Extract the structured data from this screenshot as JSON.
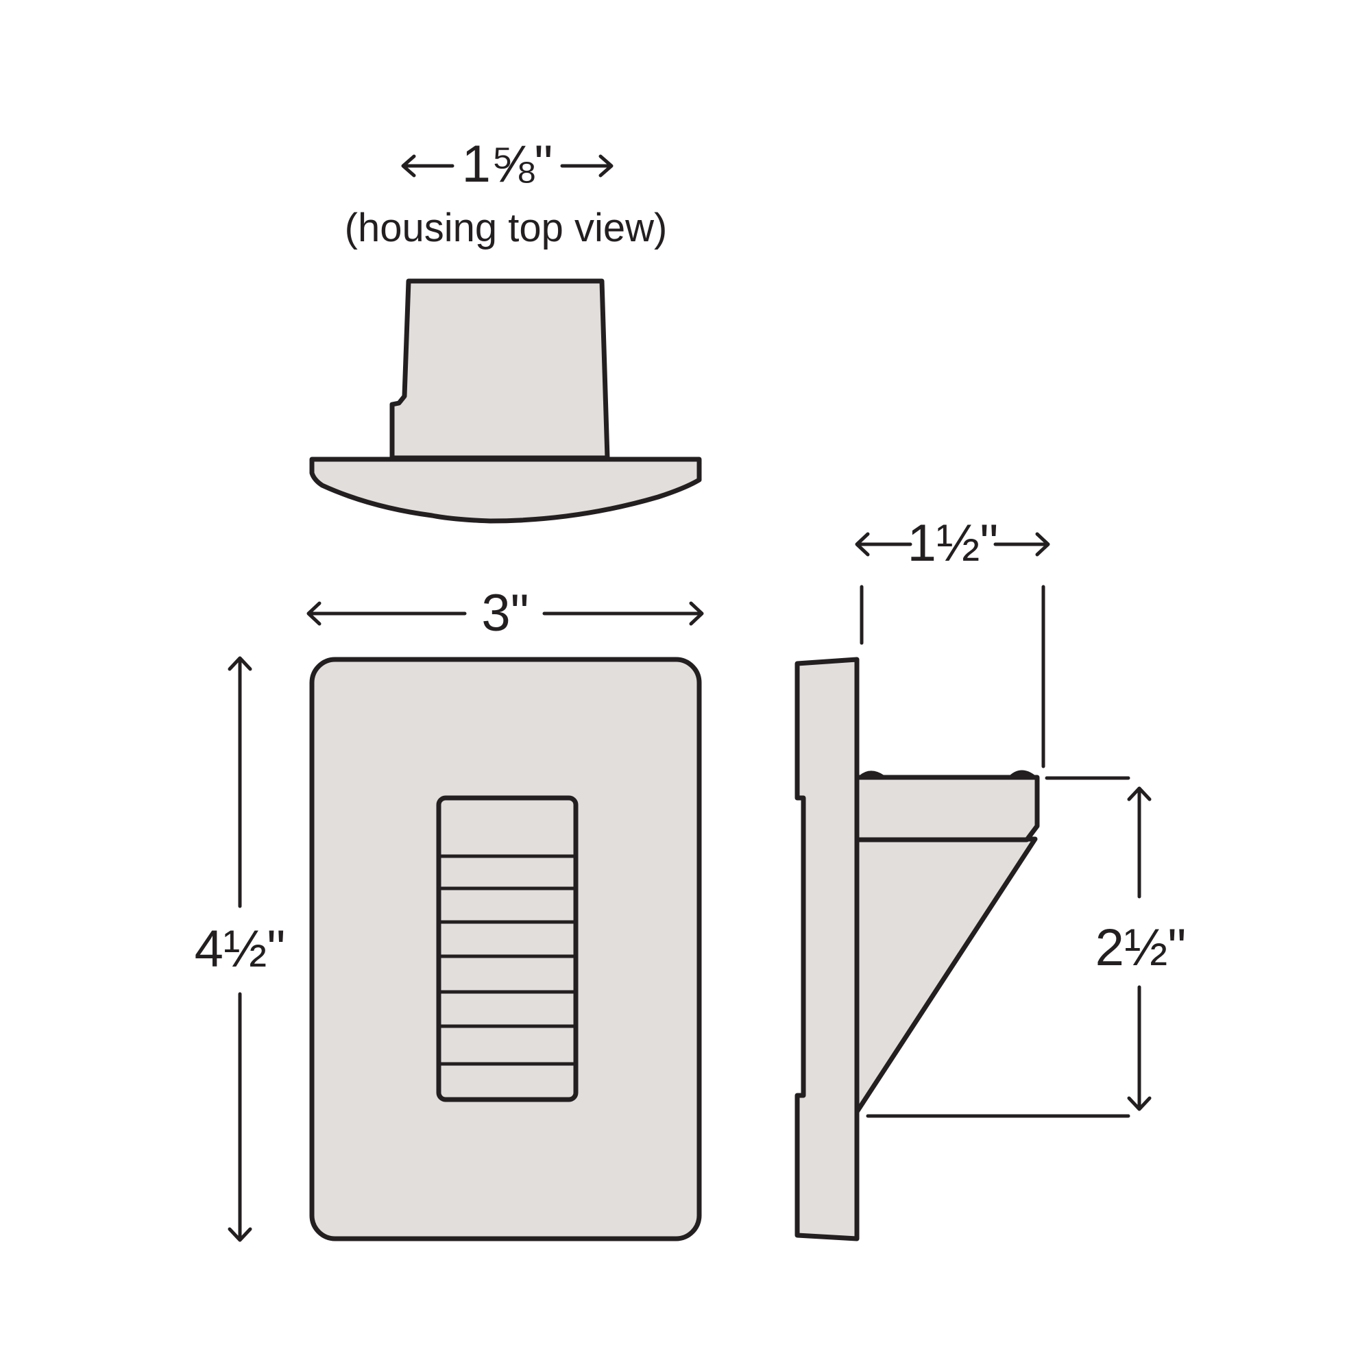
{
  "labels": {
    "housing_width": "1⅝\"",
    "housing_caption": "(housing top view)",
    "faceplate_width": "3\"",
    "faceplate_height": "4½\"",
    "side_depth": "1½\"",
    "side_height": "2½\""
  },
  "colors": {
    "fill": "#e1dedb",
    "stroke": "#231f20",
    "background": "#ffffff"
  }
}
